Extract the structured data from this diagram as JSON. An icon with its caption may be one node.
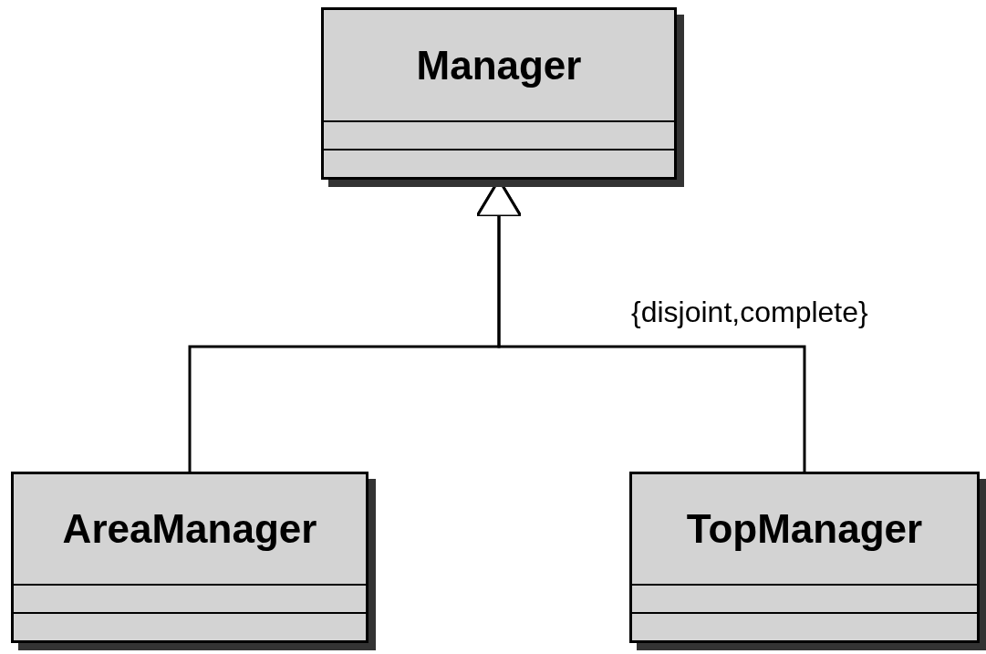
{
  "diagram": {
    "nodes": [
      {
        "text": [
          "Manager"
        ]
      },
      {
        "text": [
          "AreaManager"
        ]
      },
      {
        "text": [
          "TopManager"
        ]
      }
    ],
    "edges": [
      {
        "from": 1,
        "to": 0,
        "arrow": "to"
      },
      {
        "from": 2,
        "to": 0,
        "arrow": "to"
      }
    ],
    "labels": [
      "{disjoint,complete}"
    ]
  }
}
